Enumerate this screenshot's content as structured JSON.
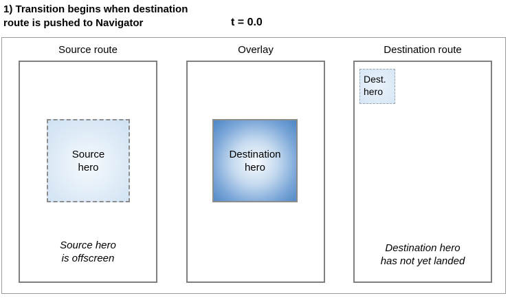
{
  "header": {
    "title": "1) Transition begins when destination\nroute is pushed to Navigator",
    "time_label": "t = 0.0"
  },
  "panels": [
    {
      "label": "Source route",
      "hero_label": "Source\nhero",
      "caption": "Source hero\nis offscreen"
    },
    {
      "label": "Overlay",
      "hero_label": "Destination\nhero"
    },
    {
      "label": "Destination route",
      "hero_label": "Dest.\nhero",
      "caption": "Destination hero\nhas not yet landed"
    }
  ],
  "colors": {
    "panel_border": "#7f7f7f",
    "frame_border": "#999999",
    "hero_blue_edge": "#4d86c5",
    "hero_light_blue": "#d7e6f5",
    "text": "#000000"
  }
}
